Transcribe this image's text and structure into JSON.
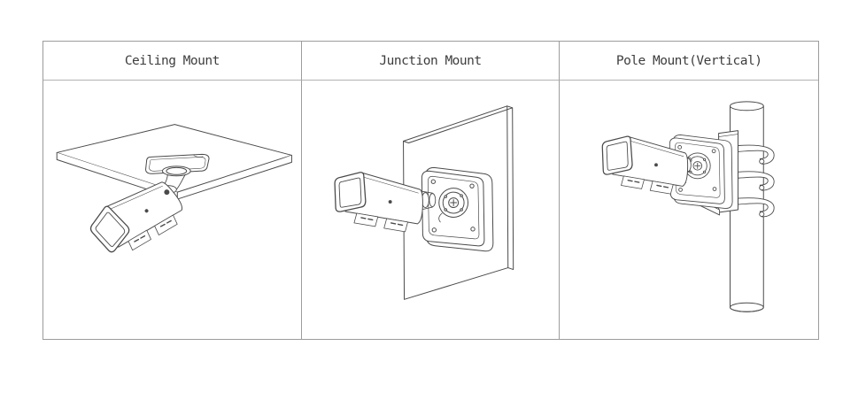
{
  "page": {
    "type": "installation-diagram-table",
    "background": "#ffffff"
  },
  "table": {
    "columns": [
      {
        "label": "Ceiling Mount",
        "illustration": "bullet-camera-mounted-under-ceiling-panel"
      },
      {
        "label": "Junction Mount",
        "illustration": "bullet-camera-on-junction-box-wall-plate"
      },
      {
        "label": "Pole Mount(Vertical)",
        "illustration": "bullet-camera-on-junction-box-strapped-to-vertical-pole"
      }
    ]
  },
  "colors": {
    "table_border": "#9c9c9c",
    "line_art": "#4a4a4a",
    "text": "#3d3d3d",
    "background": "#ffffff"
  }
}
